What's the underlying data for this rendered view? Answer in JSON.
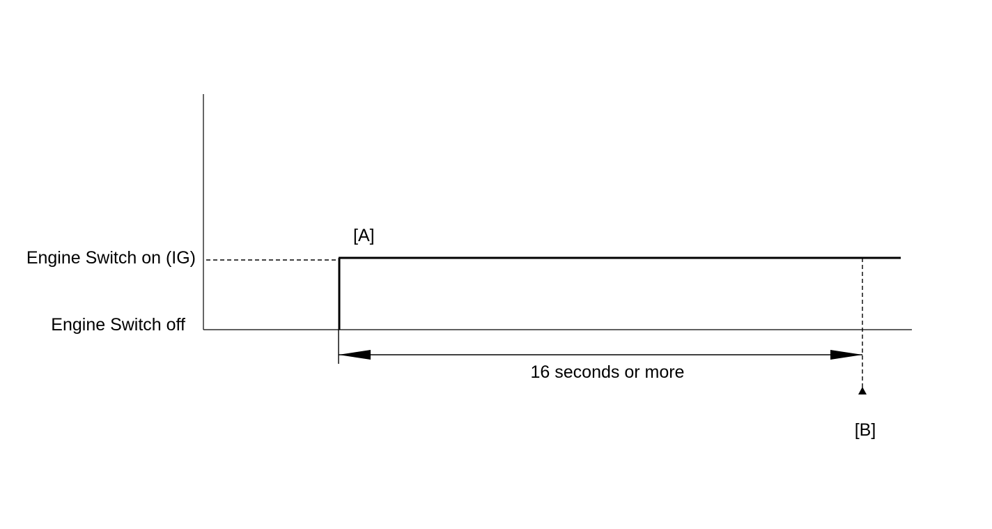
{
  "diagram": {
    "labels": {
      "state_on": "Engine Switch on (IG)",
      "state_off": "Engine Switch off",
      "point_a": "[A]",
      "point_b": "[B]",
      "duration": "16 seconds or more"
    },
    "colors": {
      "line": "#000000",
      "background": "#ffffff"
    }
  }
}
